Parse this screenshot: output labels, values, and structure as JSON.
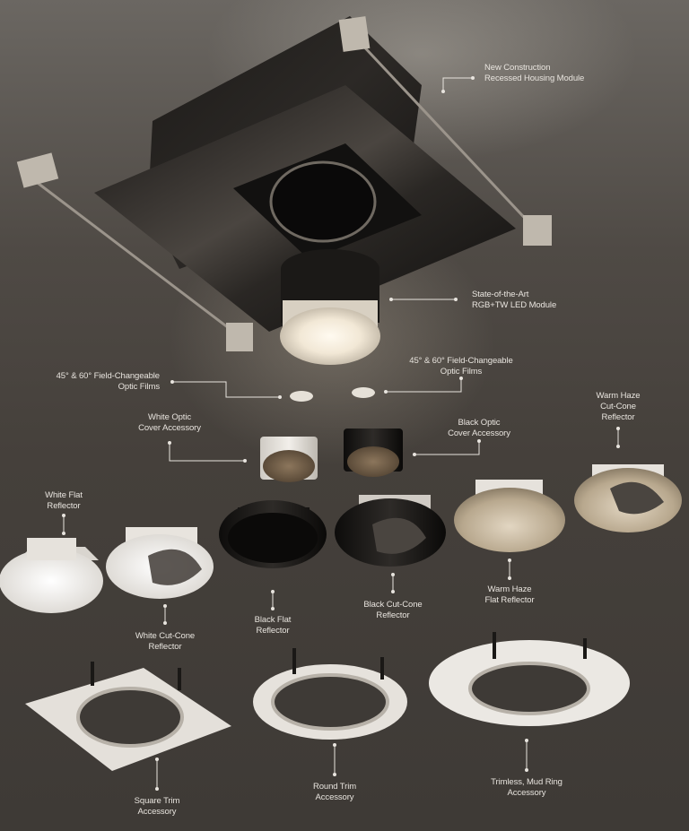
{
  "image": {
    "description": "Exploded product view of a recessed downlight system and its interchangeable accessories on a dark gray background",
    "background_color": "#45403b",
    "label_color": "#e8e4de"
  },
  "components": [
    {
      "id": "housing",
      "lines": [
        "New Construction",
        "Recessed Housing Module"
      ]
    },
    {
      "id": "led-module",
      "lines": [
        "State-of-the-Art",
        "RGB+TW LED Module"
      ]
    },
    {
      "id": "optic-films-left",
      "lines": [
        "45° & 60° Field-Changeable",
        "Optic Films"
      ]
    },
    {
      "id": "optic-films-right",
      "lines": [
        "45° & 60° Field-Changeable",
        "Optic Films"
      ]
    },
    {
      "id": "white-optic-cover",
      "lines": [
        "White Optic",
        "Cover Accessory"
      ]
    },
    {
      "id": "black-optic-cover",
      "lines": [
        "Black Optic",
        "Cover Accessory"
      ]
    },
    {
      "id": "warm-haze-cut-cone",
      "lines": [
        "Warm Haze",
        "Cut-Cone",
        "Reflector"
      ]
    },
    {
      "id": "white-flat",
      "lines": [
        "White Flat",
        "Reflector"
      ]
    },
    {
      "id": "white-cut-cone",
      "lines": [
        "White Cut-Cone",
        "Reflector"
      ]
    },
    {
      "id": "black-flat",
      "lines": [
        "Black Flat",
        "Reflector"
      ]
    },
    {
      "id": "black-cut-cone",
      "lines": [
        "Black Cut-Cone",
        "Reflector"
      ]
    },
    {
      "id": "warm-haze-flat",
      "lines": [
        "Warm Haze",
        "Flat Reflector"
      ]
    },
    {
      "id": "square-trim",
      "lines": [
        "Square Trim",
        "Accessory"
      ]
    },
    {
      "id": "round-trim",
      "lines": [
        "Round Trim",
        "Accessory"
      ]
    },
    {
      "id": "trimless-mud-ring",
      "lines": [
        "Trimless, Mud Ring",
        "Accessory"
      ]
    }
  ]
}
